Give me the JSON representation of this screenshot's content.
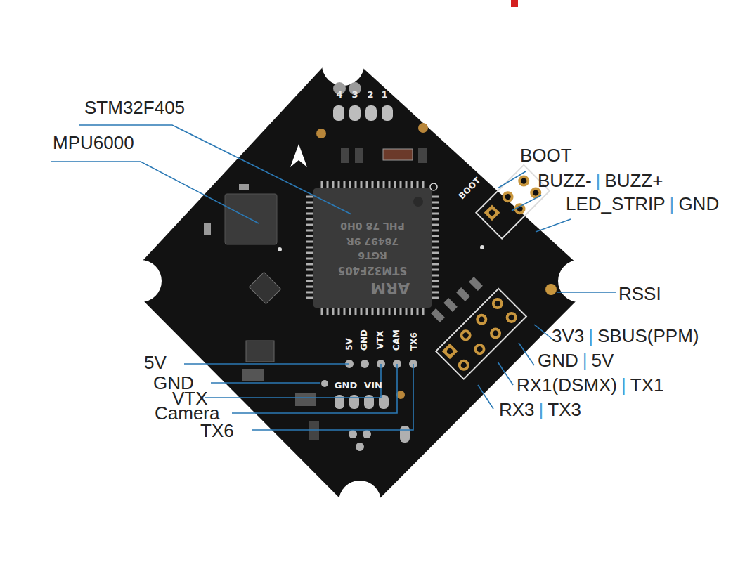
{
  "diagram": {
    "labels": [
      "STM32F405",
      "MPU6000",
      "BOOT",
      "BUZZ-",
      "|",
      "BUZZ+",
      "LED_STRIP",
      "|",
      "GND",
      "RSSI",
      "3V3",
      "|",
      "SBUS(PPM)",
      "GND",
      "|",
      "5V",
      "RX1(DSMX)",
      "|",
      "TX1",
      "RX3",
      "|",
      "TX3",
      "5V",
      "GND",
      "VTX",
      "Camera",
      "TX6",
      "4",
      "3",
      "2",
      "1",
      "BOOT",
      "5V",
      "GND",
      "VTX",
      "CAM",
      "TX6",
      "GND",
      "VIN",
      "ARM",
      "STM32F405",
      "RGT6",
      "78497 9R",
      "PHL 78 0H0"
    ]
  }
}
